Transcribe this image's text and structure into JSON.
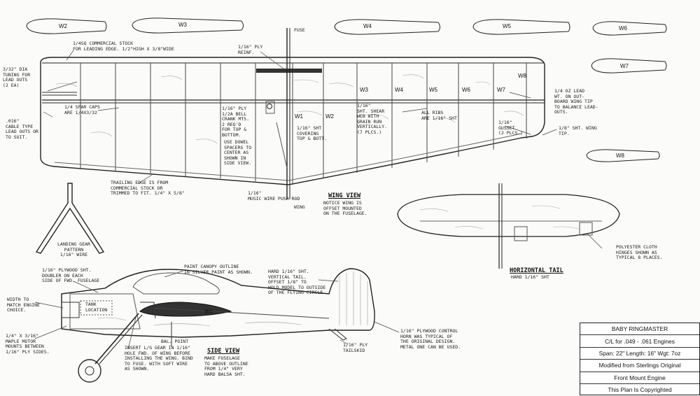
{
  "template_labels": [
    "W2",
    "W3",
    "W4",
    "W5",
    "W6",
    "W7",
    "W8"
  ],
  "rib_labels": [
    "W1",
    "W2",
    "W3",
    "W4",
    "W5",
    "W6",
    "W7",
    "W8"
  ],
  "side_rib_label": "W1",
  "annotations": {
    "fuse": "FUSE",
    "wing": "WING",
    "leading_edge": "1/4SQ COMMERCIAL STOCK\nFOR LEADING EDGE. 1/2\"HIGH x 3/8\"WIDE",
    "ply_reinf": "1/16\" PLY\nREINF.",
    "tubing": "3/32\" DIA\nTUBING FOR\nLEAD OUTS\n(2 EA)",
    "spar_caps": "1/4 SPAR CAPS\nARE 1/4x3/32",
    "cable": ".016\"\nCABLE TYPE\nLEAD OUTS OR\nTO SUIT.",
    "bellcrank": "1/16\" PLY\n1/2A BELL\nCRANK MTS.\n2 REQ'D\nFOR TOP &\nBOTTOM.",
    "dowel": "USE DOWEL\nSPACERS TO\nCENTER AS\nSHOWN IN\nSIDE VIEW.",
    "covering": "1/16\" SHT\nCOVERING\nTOP & BOTT.",
    "shear_web": "1/16\"\nSHT. SHEAR\nWEB WITH\nGRAIN RUN\nVERTICALLY.\n(7 PLCS.)",
    "all_ribs": "ALL RIBS\nARE 1/16\" SHT",
    "lead_weight": "1/4 OZ LEAD\nWT. ON OUT-\nBOARD WING TIP\nTO BALANCE LEAD-\nOUTS.",
    "gusset": "1/16\"\nGUSSET\n(2 PLCS.)",
    "wing_tip": "1/8\" SHT. WING\nTIP.",
    "trailing_edge": "TRAILING EDGE IS FROM\nCOMMERCIAL STOCK OR\nTRIMMED TO FIT. 1/4\" x 5/8\"",
    "pushrod": "1/16\"\nMUSIC WIRE PUSH ROD",
    "wing_view_title": "WING VIEW",
    "wing_view_note": "NOTICE WING IS\nOFFSET MOUNTED\nON THE FUSELAGE.",
    "landing_gear": "LANDING GEAR\nPATTERN\n1/16\" WIRE",
    "polyester": "POLYESTER CLOTH\nHINGES SHOWN AS\nTYPICAL 8 PLACES.",
    "horiz_tail": "HORIZONTAL TAIL",
    "horiz_tail_sub": "HARD 1/16\" SHT",
    "ply_doubler": "1/16\" PLYWOOD SHT.\nDOUBLER ON EACH\nSIDE OF FWD. FUSELAGE",
    "canopy": "PAINT CANOPY OUTLINE\nIN SILVER PAINT AS SHOWN.",
    "vert_tail": "HARD 1/16\" SHT.\nVERTICAL TAIL.\nOFFSET 1/8\" TO\nHOLD MODEL TO OUTSIDE\nOF THE FLYING CIRCLE.",
    "width_match": "WIDTH TO\nMATCH ENGINE\nCHOICE.",
    "tank": "TANK\nLOCATION",
    "bal_point": "BAL. POINT",
    "maple": "1/4\" x 3/16\"\nMAPLE MOTOR\nMOUNTS BETWEEN\n1/16\" PLY SIDES.",
    "insert_gear": "INSERT L/G GEAR IN 1/16\"\nHOLE FWD. OF WING BEFORE\nINSTALLING THE WING. BIND\nTO FUSE. WITH SOFT WIRE\nAS SHOWN.",
    "side_view_title": "SIDE VIEW",
    "side_view_note": "MAKE FUSELAGE\nTO ABOVE OUTLINE\nFROM 1/4\" VERY\nHARD BALSA SHT.",
    "tailskid": "1/16\" PLY\nTAILSKID",
    "control_horn": "1/16\" PLYWOOD CONTROL\nHORN WAS TYPICAL OF\nTHE ORIGINAL DESIGN.\nMETAL ONE CAN BE USED."
  },
  "title_block": {
    "name": "BABY RINGMASTER",
    "engines": "C/L for .049 - .061 Engines",
    "specs": "Span: 22\"  Length: 16\"  Wgt: 7oz",
    "modified": "Modified from Sterlings Original",
    "mount": "Front Mount Engine",
    "copyright": "This Plan Is Copyrighted"
  }
}
